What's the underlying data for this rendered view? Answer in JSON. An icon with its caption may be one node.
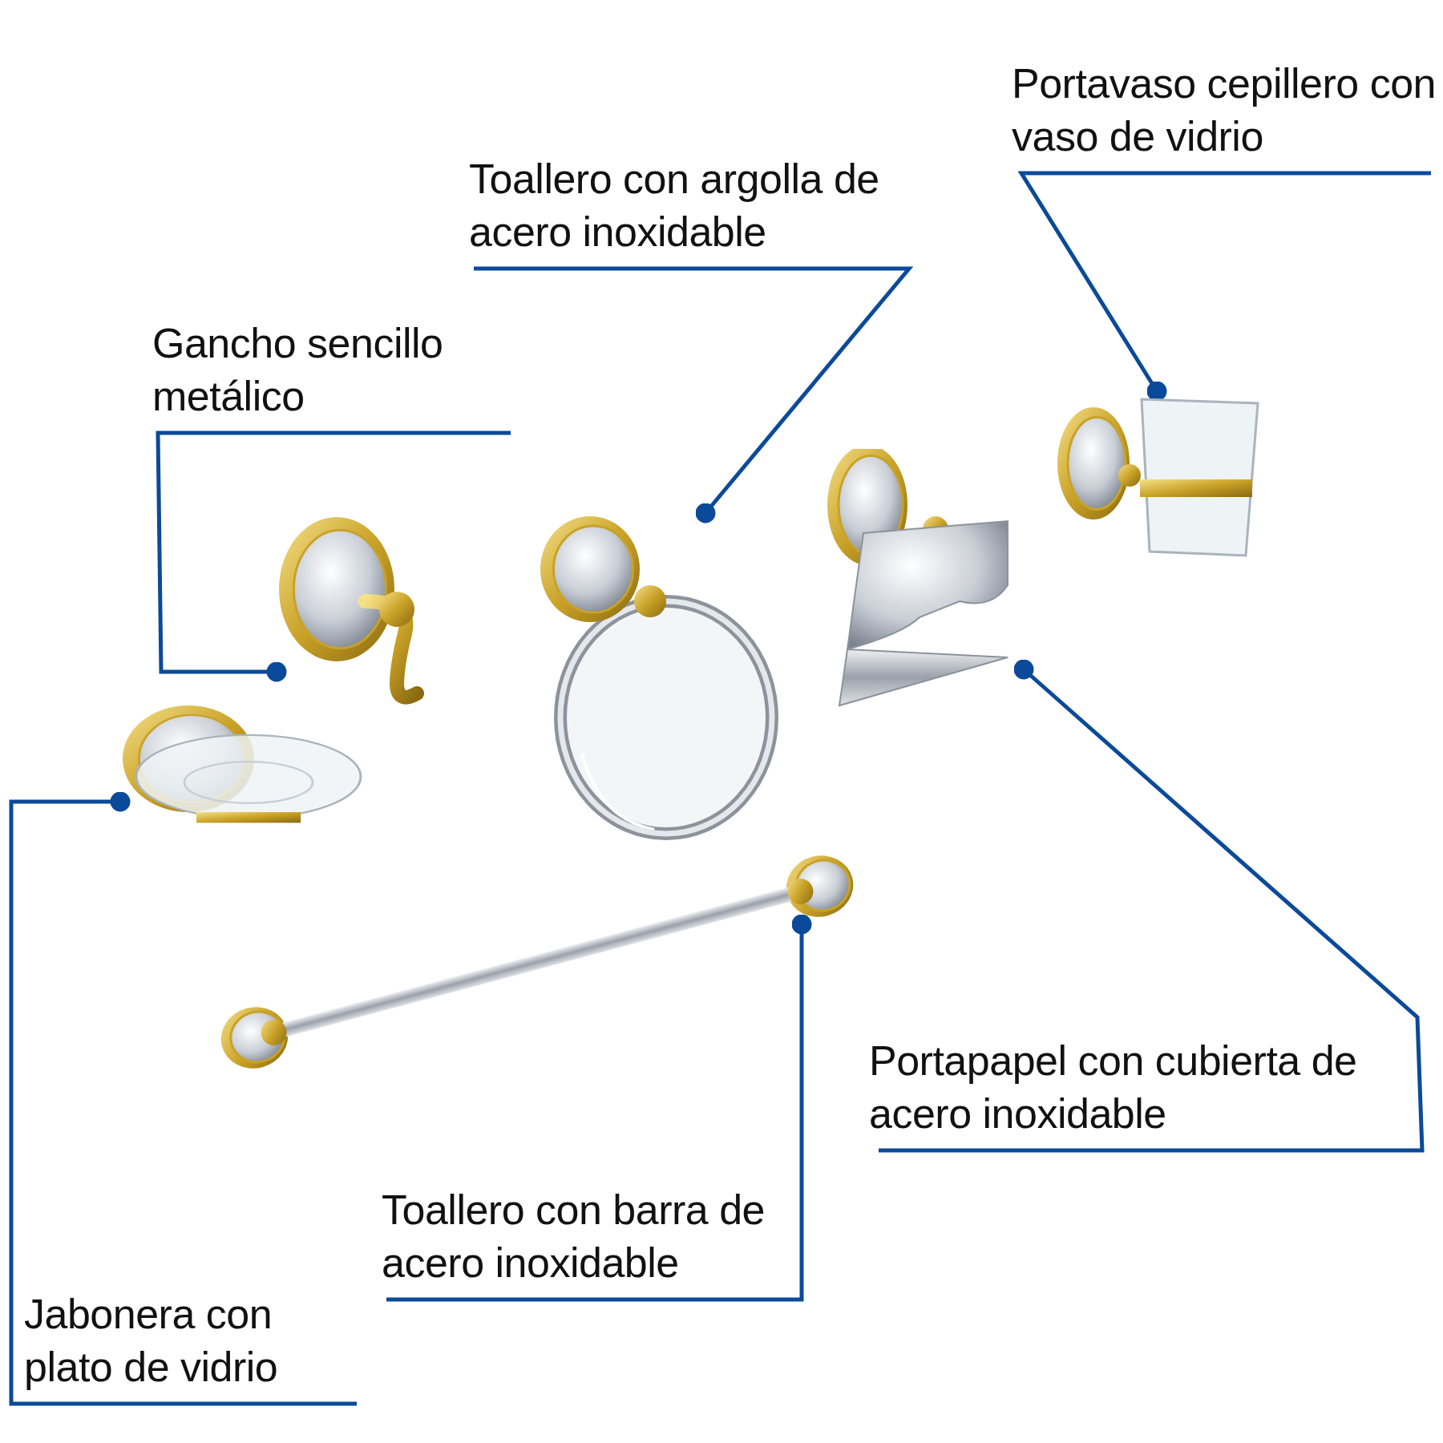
{
  "diagram": {
    "nodes": [
      {
        "text": [
          "Portavaso cepillero con vaso de vidrio"
        ]
      },
      {
        "text": [
          "Toallero con argolla de acero inoxidable"
        ]
      },
      {
        "text": [
          "Gancho sencillo metálico"
        ]
      },
      {
        "text": [
          "Portapapel con cubierta de acero inoxidable"
        ]
      },
      {
        "text": [
          "Toallero con barra de acero inoxidable"
        ]
      },
      {
        "text": [
          "Jabonera con plato de vidrio"
        ]
      },
      {
        "text": [],
        "shape": "picture"
      },
      {
        "text": [],
        "shape": "picture"
      },
      {
        "text": [],
        "shape": "picture"
      },
      {
        "text": [],
        "shape": "picture"
      },
      {
        "text": [],
        "shape": "picture"
      },
      {
        "text": [],
        "shape": "picture"
      }
    ],
    "edges": [
      {
        "from": 0,
        "to": 9,
        "arrow": "other"
      },
      {
        "from": 1,
        "to": 7,
        "arrow": "other"
      },
      {
        "from": 2,
        "to": 6,
        "arrow": "other"
      },
      {
        "from": 3,
        "to": 8,
        "arrow": "other"
      },
      {
        "from": 4,
        "to": 11,
        "arrow": "other"
      },
      {
        "from": 5,
        "to": 10,
        "arrow": "other"
      }
    ]
  }
}
